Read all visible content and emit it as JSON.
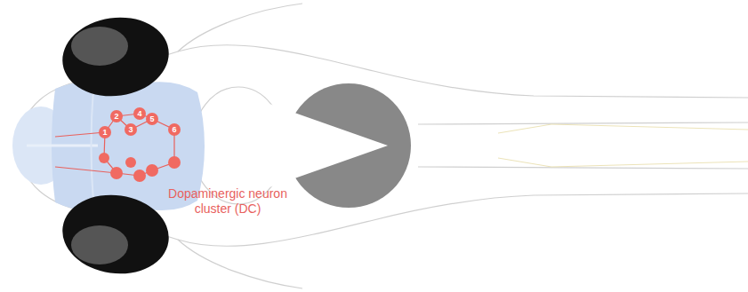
{
  "diagram": {
    "nodes": [
      {
        "text": [
          "1"
        ]
      },
      {
        "text": [
          "2"
        ]
      },
      {
        "text": [
          "3"
        ]
      },
      {
        "text": [
          "4"
        ]
      },
      {
        "text": [
          "5"
        ]
      },
      {
        "text": [
          "6"
        ]
      }
    ],
    "labels": [
      "Dopaminergic neuron cluster (DC)"
    ]
  }
}
